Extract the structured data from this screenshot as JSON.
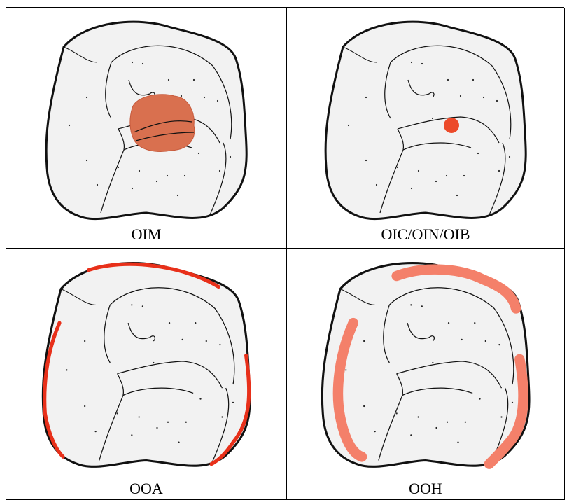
{
  "panels": [
    {
      "label": "OIM",
      "marking": "central-fossa-blotch",
      "color": "#d9704f"
    },
    {
      "label": "OIC/OIN/OIB",
      "marking": "central-pit-dot",
      "color": "#ec4a2a"
    },
    {
      "label": "OOA",
      "marking": "outer-edge-thin-lines",
      "color": "#e8301a"
    },
    {
      "label": "OOH",
      "marking": "outer-edge-thick-bands",
      "color": "#f4806a"
    }
  ]
}
